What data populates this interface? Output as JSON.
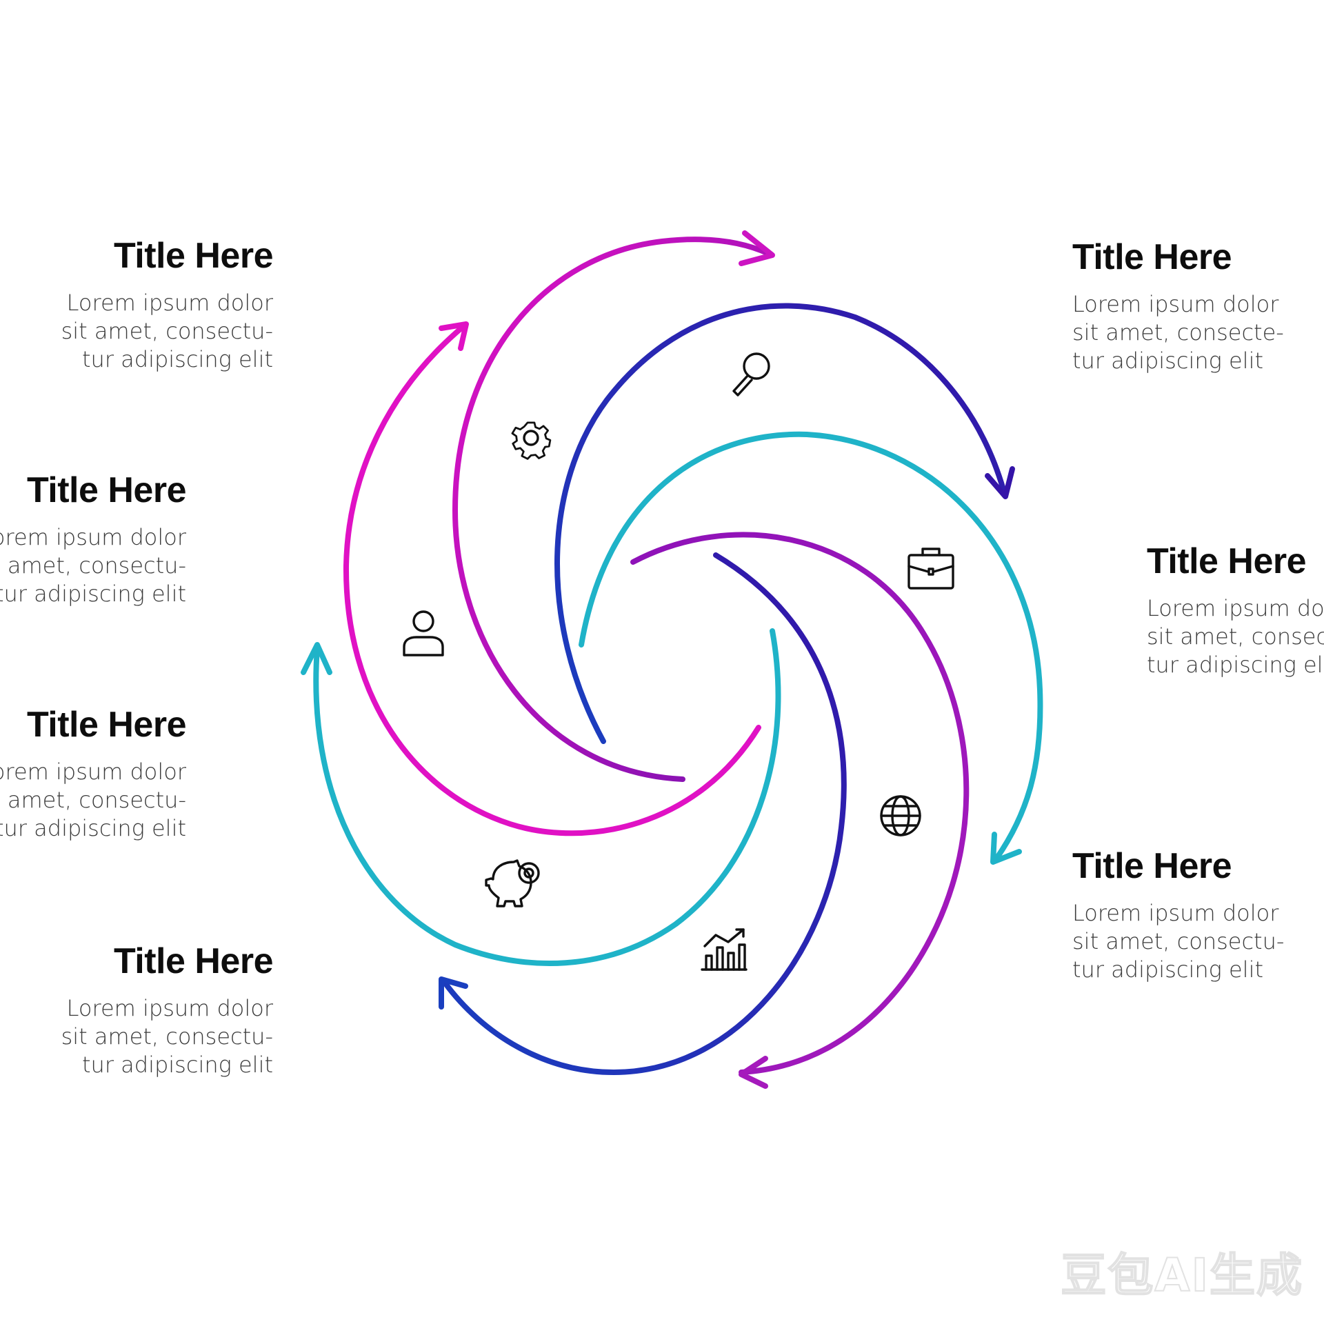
{
  "colors": {
    "magenta": "#e011c4",
    "purple": "#8e12b8",
    "indigo": "#3414a8",
    "blue": "#1a3fbf",
    "teal": "#1fb3c8",
    "violet": "#9a18b6",
    "ink": "#0d0d0d",
    "text": "#3a3a3a"
  },
  "labels": [
    {
      "title": "Title Here",
      "lines": [
        "Lorem ipsum dolor",
        "sit amet, consectu-",
        "tur adipiscing elit"
      ]
    },
    {
      "title": "Title Here",
      "lines": [
        "Lorem ipsum dolor",
        "sit amet, consectu-",
        "tur adipiscing elit"
      ]
    },
    {
      "title": "Title Here",
      "lines": [
        "Lorem ipsum dolor",
        "sit amet, consectu-",
        "tur adipiscing elit"
      ]
    },
    {
      "title": "Title Here",
      "lines": [
        "Lorem ipsum dolor",
        "sit amet, consectu-",
        "tur adipiscing elit"
      ]
    },
    {
      "title": "Title Here",
      "lines": [
        "Lorem ipsum dolor",
        "sit amet, consecte-",
        "tur adipiscing elit"
      ]
    },
    {
      "title": "Title Here",
      "lines": [
        "Lorem ipsum dolor",
        "sit amet, consectu-",
        "tur adipiscing elit"
      ]
    },
    {
      "title": "Title Here",
      "lines": [
        "Lorem ipsum dolor",
        "sit amet, consectu-",
        "tur adipiscing elit"
      ]
    }
  ],
  "icons": [
    "magnifier-icon",
    "gear-icon",
    "briefcase-icon",
    "person-icon",
    "globe-icon",
    "piggy-bank-icon",
    "bar-chart-icon"
  ],
  "watermark": "豆包AI生成"
}
